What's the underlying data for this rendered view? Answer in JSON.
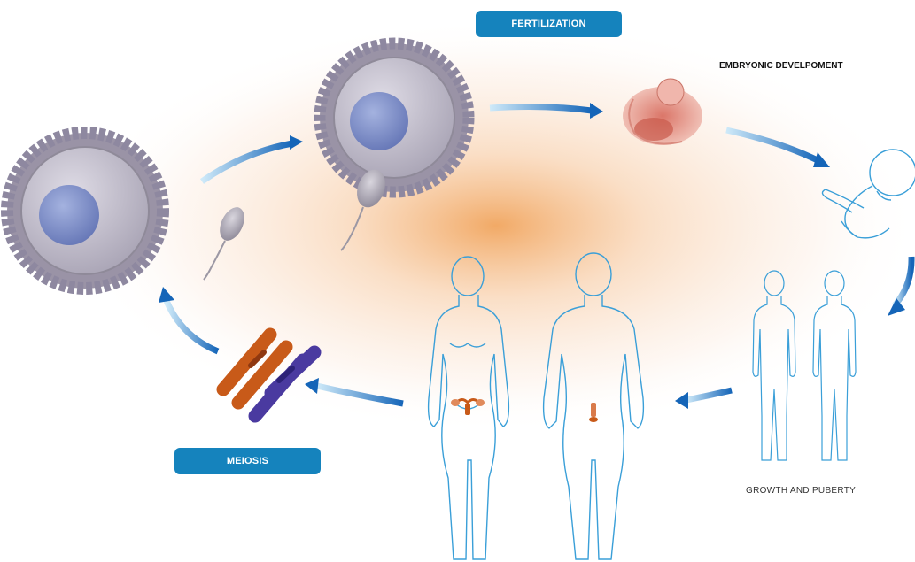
{
  "stages": {
    "fertilization": "FERTILIZATION",
    "embryonic": "EMBRYONIC DEVELPOMENT",
    "growth": "GROWTH AND PUBERTY",
    "meiosis": "MEIOSIS"
  },
  "colors": {
    "label_bg": "#1583bd",
    "arrow_light": "#bfe3f7",
    "arrow_dark": "#1565b8",
    "body_outline": "#3a9fd8",
    "cell_fill": "#c9c6d2",
    "nucleus": "#7e8fc7",
    "chromosome_orange": "#c85a19",
    "chromosome_blue": "#4a3aa0"
  },
  "icons": [
    "egg-cell-icon",
    "sperm-icon",
    "fertilized-egg-icon",
    "embryo-icon",
    "fetus-icon",
    "child-icon",
    "female-adult-icon",
    "male-adult-icon",
    "chromosome-icon"
  ]
}
